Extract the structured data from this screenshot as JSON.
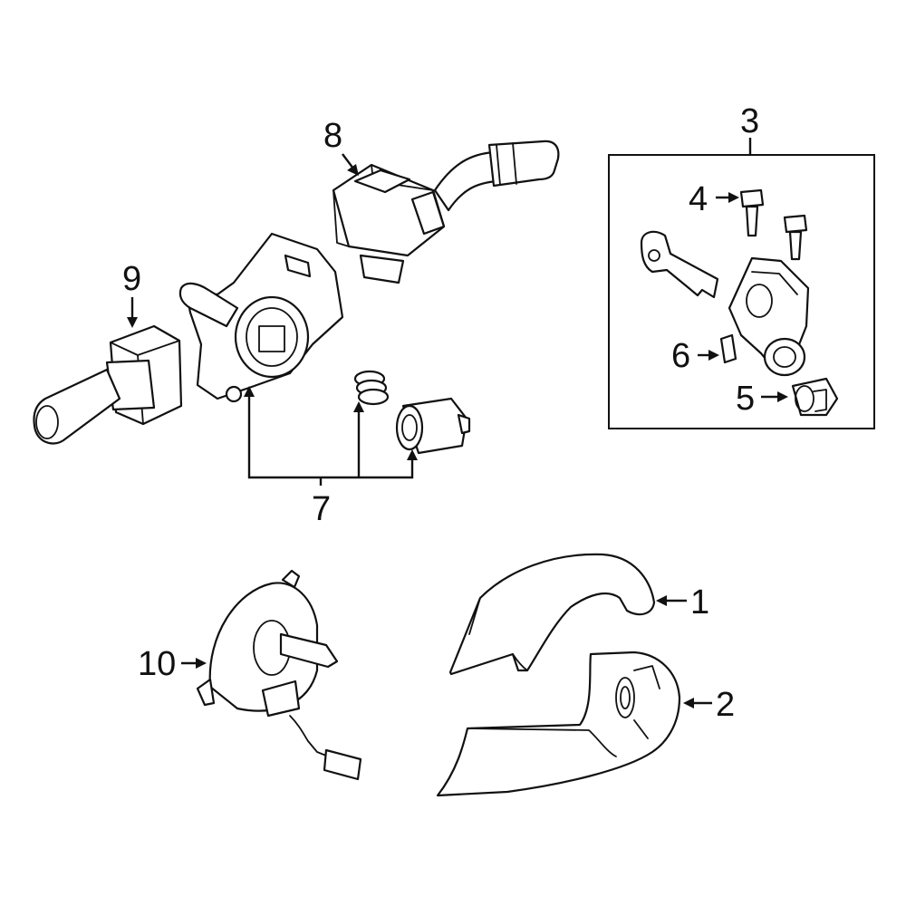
{
  "highlight_color": "#3a5fc5",
  "outline_color": "#111111",
  "callouts": {
    "c1": "1",
    "c2": "2",
    "c3": "3",
    "c4": "4",
    "c5": "5",
    "c6": "6",
    "c7": "7",
    "c8": "8",
    "c9": "9",
    "c10": "10"
  },
  "highlighted_part": "2"
}
